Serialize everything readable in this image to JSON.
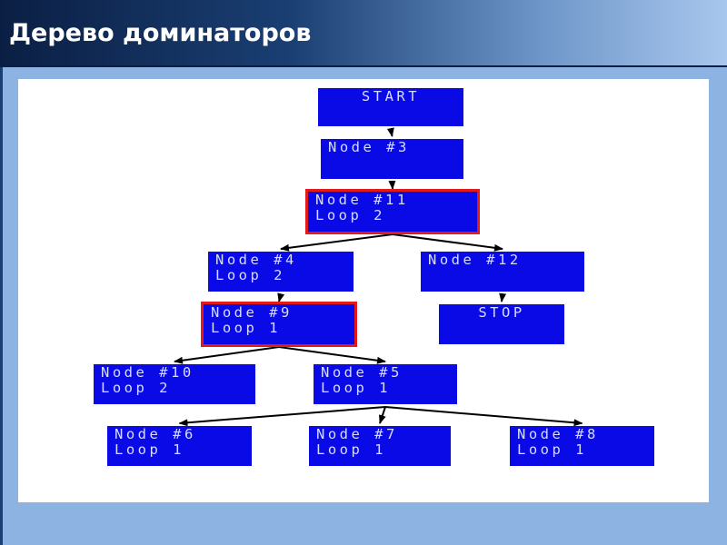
{
  "title": "Дерево доминаторов",
  "nodes": [
    {
      "id": "start",
      "lines": [
        "START"
      ]
    },
    {
      "id": "n3",
      "lines": [
        "Node #3"
      ]
    },
    {
      "id": "n11",
      "lines": [
        "Node #11",
        "Loop 2"
      ]
    },
    {
      "id": "n4",
      "lines": [
        "Node #4",
        "Loop 2"
      ]
    },
    {
      "id": "n12",
      "lines": [
        "Node #12"
      ]
    },
    {
      "id": "n9",
      "lines": [
        "Node #9",
        "Loop 1"
      ]
    },
    {
      "id": "stop",
      "lines": [
        "STOP"
      ]
    },
    {
      "id": "n10",
      "lines": [
        "Node #10",
        "Loop 2"
      ]
    },
    {
      "id": "n5",
      "lines": [
        "Node #5",
        "Loop 1"
      ]
    },
    {
      "id": "n6",
      "lines": [
        "Node #6",
        "Loop 1"
      ]
    },
    {
      "id": "n7",
      "lines": [
        "Node #7",
        "Loop 1"
      ]
    },
    {
      "id": "n8",
      "lines": [
        "Node #8",
        "Loop 1"
      ]
    }
  ],
  "edges": [
    [
      "start",
      "n3"
    ],
    [
      "n3",
      "n11"
    ],
    [
      "n11",
      "n4"
    ],
    [
      "n11",
      "n12"
    ],
    [
      "n4",
      "n9"
    ],
    [
      "n12",
      "stop"
    ],
    [
      "n9",
      "n10"
    ],
    [
      "n9",
      "n5"
    ],
    [
      "n5",
      "n6"
    ],
    [
      "n5",
      "n7"
    ],
    [
      "n5",
      "n8"
    ]
  ],
  "colors": {
    "node_fill": "#0a0ae6",
    "loop_border": "#e41a1a",
    "node_text": "#d6ddff",
    "edge": "#000000"
  }
}
